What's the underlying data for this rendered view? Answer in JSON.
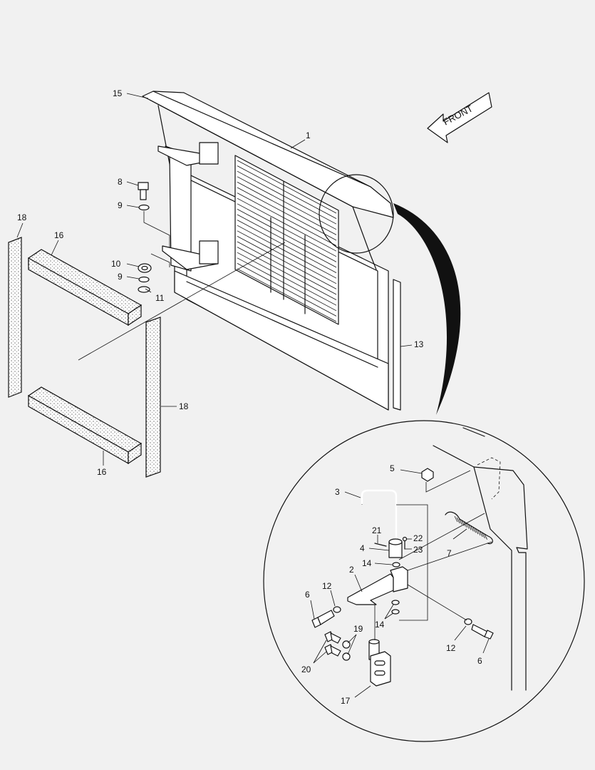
{
  "diagram": {
    "front_arrow_label": "FRONT",
    "callouts": {
      "c1": "1",
      "c2": "2",
      "c3": "3",
      "c4": "4",
      "c5": "5",
      "c6a": "6",
      "c6b": "6",
      "c7": "7",
      "c8": "8",
      "c9a": "9",
      "c9b": "9",
      "c10": "10",
      "c11": "11",
      "c12a": "12",
      "c12b": "12",
      "c13": "13",
      "c14a": "14",
      "c14b": "14",
      "c15": "15",
      "c16a": "16",
      "c16b": "16",
      "c17": "17",
      "c18a": "18",
      "c18b": "18",
      "c19": "19",
      "c20": "20",
      "c21": "21",
      "c22": "22",
      "c23": "23"
    }
  }
}
